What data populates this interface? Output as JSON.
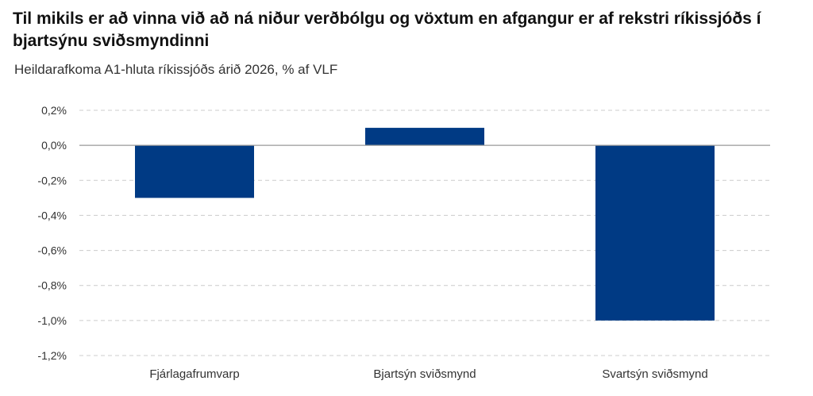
{
  "chart_data": {
    "type": "bar",
    "title": "Til mikils er að vinna við að ná niður verðbólgu og vöxtum en afgangur er af rekstri ríkissjóðs í bjartsýnu sviðsmyndinni",
    "subtitle": "Heildarafkoma A1-hluta ríkissjóðs árið 2026, % af VLF",
    "categories": [
      "Fjárlagafrumvarp",
      "Bjartsýn sviðsmynd",
      "Svartsýn sviðsmynd"
    ],
    "values": [
      -0.3,
      0.1,
      -1.0
    ],
    "ylim": [
      -1.2,
      0.2
    ],
    "yticks": [
      0.2,
      0.0,
      -0.2,
      -0.4,
      -0.6,
      -0.8,
      -1.0,
      -1.2
    ],
    "ytick_labels": [
      "0,2%",
      "0,0%",
      "-0,2%",
      "-0,4%",
      "-0,6%",
      "-0,8%",
      "-1,0%",
      "-1,2%"
    ],
    "grid": true,
    "bar_color": "#003a84",
    "grid_color": "#cccccc",
    "zero_line_color": "#999999"
  }
}
